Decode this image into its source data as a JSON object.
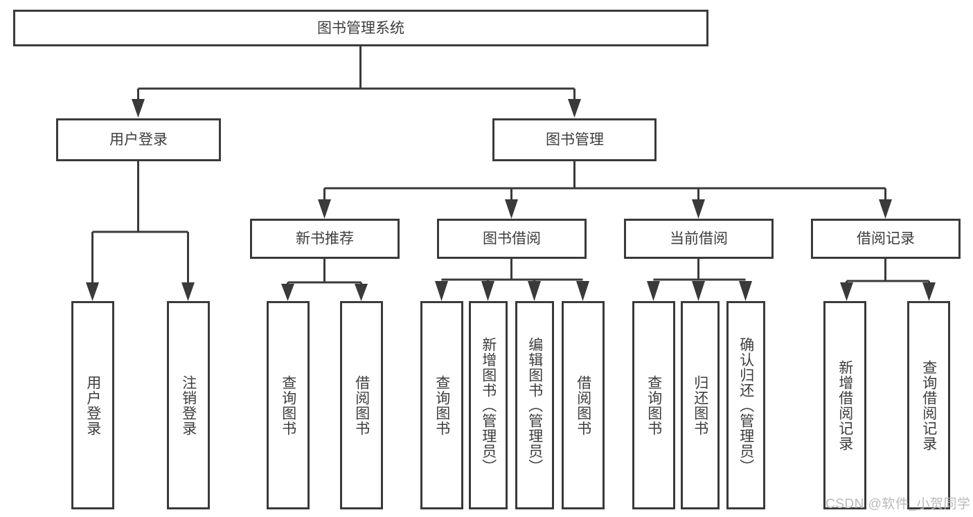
{
  "diagram": {
    "title": "图书管理系统",
    "type": "tree",
    "watermark": "CSDN @软件_小贺同学",
    "colors": {
      "stroke": "#3a3a3a",
      "box_fill": "#ffffff",
      "text": "#3d3d3d",
      "background": "#ffffff",
      "watermark": "#b9b9b9"
    },
    "levels": {
      "root": {
        "label": "图书管理系统"
      },
      "level2": [
        {
          "id": "user-login",
          "label": "用户登录"
        },
        {
          "id": "book-management",
          "label": "图书管理"
        }
      ],
      "level3": [
        {
          "id": "new-book-recommend",
          "label": "新书推荐",
          "parent": "book-management"
        },
        {
          "id": "book-borrow",
          "label": "图书借阅",
          "parent": "book-management"
        },
        {
          "id": "current-borrow",
          "label": "当前借阅",
          "parent": "book-management"
        },
        {
          "id": "borrow-record",
          "label": "借阅记录",
          "parent": "book-management"
        }
      ],
      "leaves": [
        {
          "id": "leaf-user-login",
          "label": "用户登录",
          "parent": "user-login"
        },
        {
          "id": "leaf-logout-login",
          "label": "注销登录",
          "parent": "user-login"
        },
        {
          "id": "leaf-query-book-1",
          "label": "查询图书",
          "parent": "new-book-recommend"
        },
        {
          "id": "leaf-borrow-book-1",
          "label": "借阅图书",
          "parent": "new-book-recommend"
        },
        {
          "id": "leaf-query-book-2",
          "label": "查询图书",
          "parent": "book-borrow"
        },
        {
          "id": "leaf-add-book",
          "label": "新增图书（管理员）",
          "parent": "book-borrow"
        },
        {
          "id": "leaf-edit-book",
          "label": "编辑图书（管理员）",
          "parent": "book-borrow"
        },
        {
          "id": "leaf-borrow-book-2",
          "label": "借阅图书",
          "parent": "book-borrow"
        },
        {
          "id": "leaf-query-book-3",
          "label": "查询图书",
          "parent": "current-borrow"
        },
        {
          "id": "leaf-return-book",
          "label": "归还图书",
          "parent": "current-borrow"
        },
        {
          "id": "leaf-confirm-return",
          "label": "确认归还（管理员）",
          "parent": "current-borrow"
        },
        {
          "id": "leaf-add-record",
          "label": "新增借阅记录",
          "parent": "borrow-record"
        },
        {
          "id": "leaf-query-record",
          "label": "查询借阅记录",
          "parent": "borrow-record"
        }
      ]
    }
  }
}
